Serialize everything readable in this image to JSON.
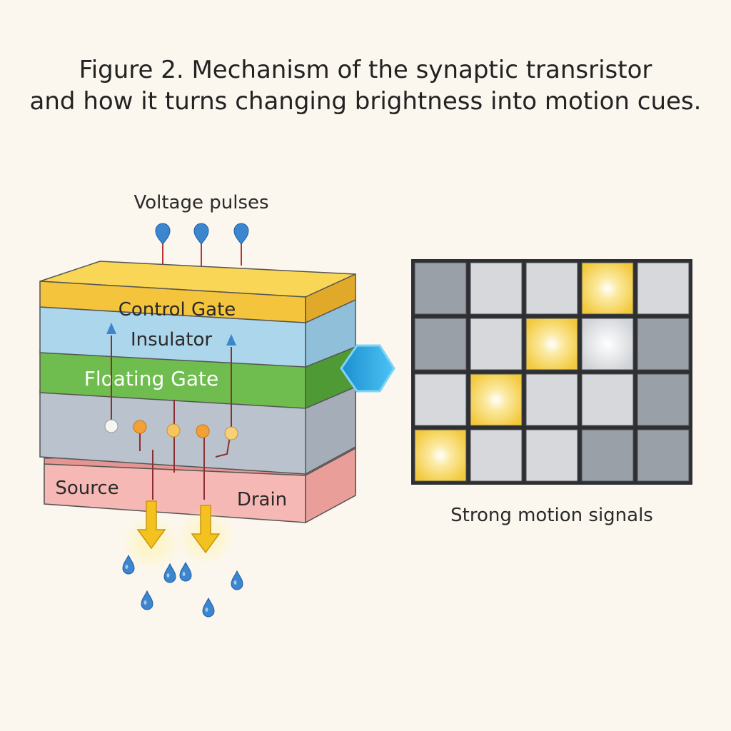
{
  "figure": {
    "title_line1": "Figure 2. Mechanism of the synaptic transristor",
    "title_line2": "and how it turns changing brightness into motion cues."
  },
  "device": {
    "pulses_label": "Voltage pulses",
    "layers": {
      "control_gate": "Control Gate",
      "insulator": "Insulator",
      "floating_gate": "Floating Gate",
      "source": "Source",
      "drain": "Drain"
    }
  },
  "grid": {
    "label": "Strong motion signals",
    "rows": [
      [
        "dark",
        "light",
        "light",
        "bright",
        "light"
      ],
      [
        "dark",
        "light",
        "bright",
        "glow",
        "dark"
      ],
      [
        "light",
        "bright",
        "light",
        "light",
        "dark"
      ],
      [
        "bright",
        "light",
        "light",
        "dark",
        "dark"
      ]
    ]
  },
  "colors": {
    "control_gate": "#f4c43c",
    "insulator": "#a8d4ea",
    "floating_gate": "#6cba4a",
    "channel": "#b7c0cb",
    "source_drain": "#f2aaa6",
    "arrow": "#2a9ed8",
    "cell_dark": "#9aa0a8",
    "cell_light": "#d6d8dc",
    "cell_bright": "#f5d04a"
  }
}
